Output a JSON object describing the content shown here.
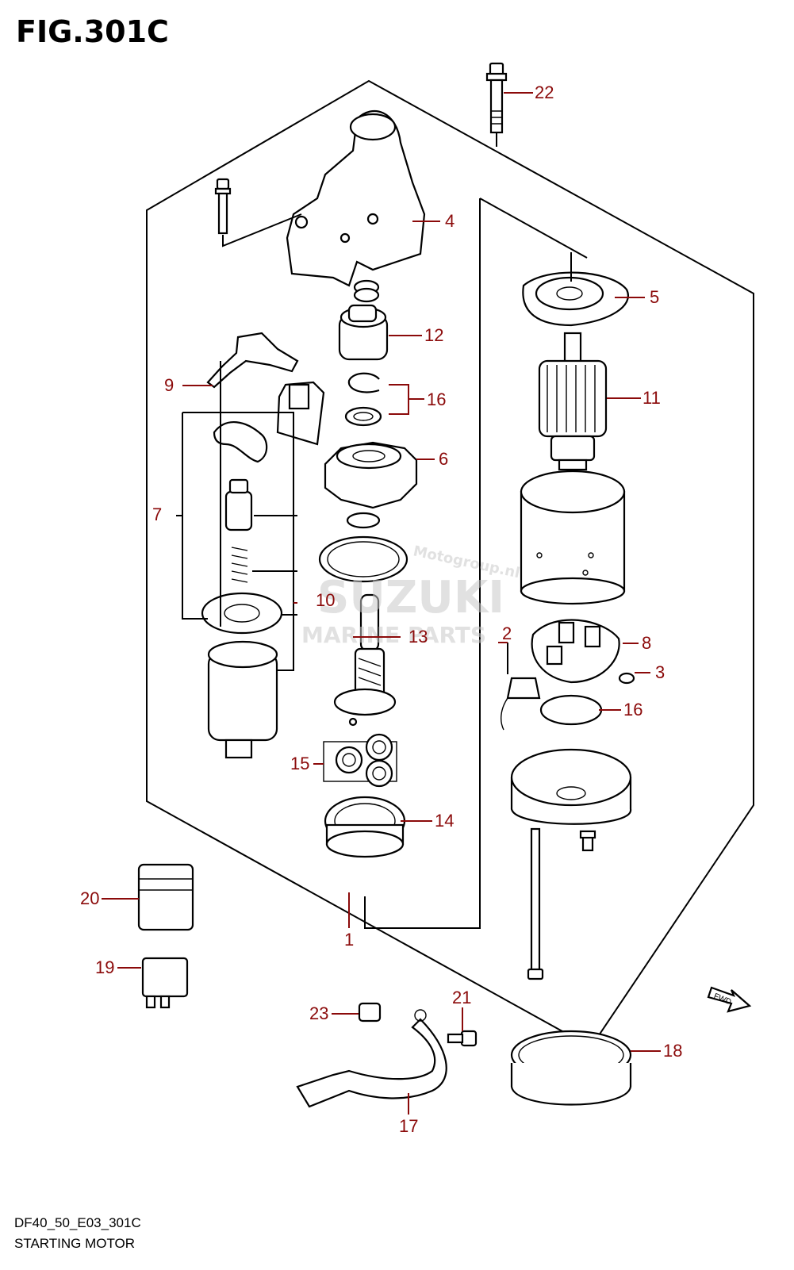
{
  "figure": {
    "title": "FIG.301C",
    "code": "DF40_50_E03_301C",
    "caption": "STARTING MOTOR"
  },
  "watermark": {
    "brand": "SUZUKI",
    "subtitle": "MARINE PARTS",
    "site": "Motogroup.nl"
  },
  "fwd_label": "FWD",
  "callouts": {
    "c1": "1",
    "c2": "2",
    "c3": "3",
    "c4": "4",
    "c5": "5",
    "c6": "6",
    "c7": "7",
    "c8": "8",
    "c9": "9",
    "c10": "10",
    "c11": "11",
    "c12": "12",
    "c13": "13",
    "c14": "14",
    "c15": "15",
    "c16a": "16",
    "c16b": "16",
    "c17": "17",
    "c18": "18",
    "c19": "19",
    "c20": "20",
    "c21": "21",
    "c22": "22",
    "c23": "23"
  }
}
